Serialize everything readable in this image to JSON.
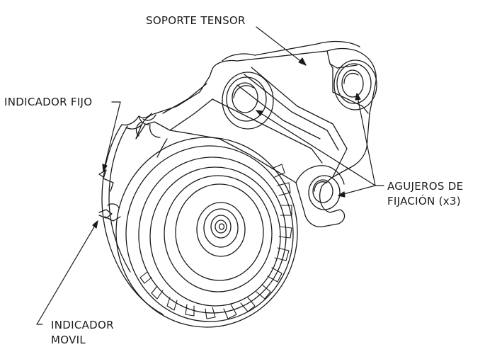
{
  "labels": {
    "soporte_tensor": "SOPORTE TENSOR",
    "indicador_fijo": "INDICADOR FIJO",
    "agujeros_line1": "AGUJEROS DE",
    "agujeros_line2": "FIJACIÓN (x3)",
    "indicador_movil_line1": "INDICADOR",
    "indicador_movil_line2": "MOVIL"
  },
  "colors": {
    "line": "#1a1a1a",
    "background": "#ffffff"
  }
}
